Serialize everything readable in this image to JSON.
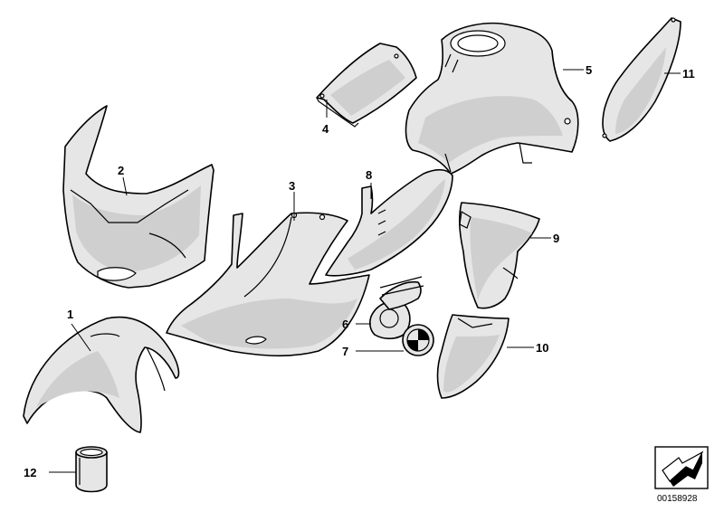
{
  "labels": {
    "p1": "1",
    "p2": "2",
    "p3": "3",
    "p4": "4",
    "p5": "5",
    "p6": "6",
    "p7": "7",
    "p8": "8",
    "p9": "9",
    "p10": "10",
    "p11": "11",
    "p12": "12"
  },
  "diagram_ref": "00158928",
  "icons": {
    "corner": "arrow-box-icon"
  }
}
